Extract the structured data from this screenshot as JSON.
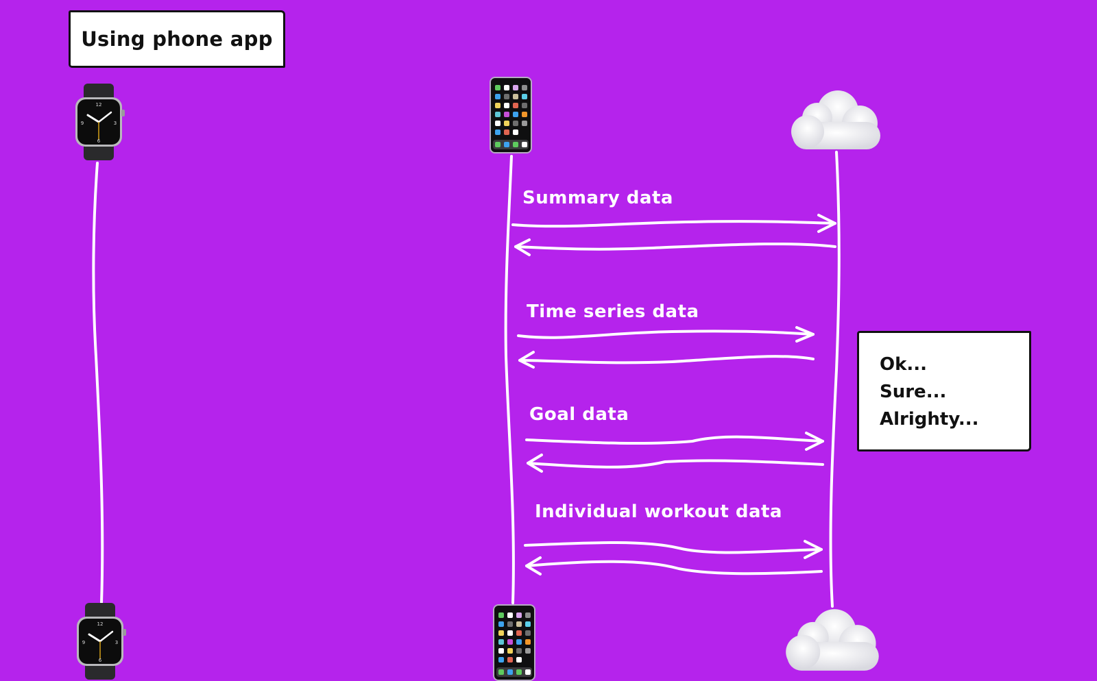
{
  "diagram": {
    "title": "Using phone app",
    "background_color": "#b523ec",
    "line_color": "#ffffff",
    "actors": [
      {
        "id": "watch",
        "icon": "watch-icon",
        "label": ""
      },
      {
        "id": "phone",
        "icon": "phone-icon",
        "label": ""
      },
      {
        "id": "cloud",
        "icon": "cloud-icon",
        "label": ""
      }
    ],
    "messages": [
      {
        "label": "Summary data",
        "from": "phone",
        "to": "cloud",
        "bidirectional": true
      },
      {
        "label": "Time series data",
        "from": "phone",
        "to": "cloud",
        "bidirectional": true
      },
      {
        "label": "Goal data",
        "from": "phone",
        "to": "cloud",
        "bidirectional": true
      },
      {
        "label": "Individual workout data",
        "from": "phone",
        "to": "cloud",
        "bidirectional": true
      }
    ],
    "note": {
      "lines": [
        "Ok...",
        "Sure...",
        "Alrighty..."
      ]
    }
  }
}
